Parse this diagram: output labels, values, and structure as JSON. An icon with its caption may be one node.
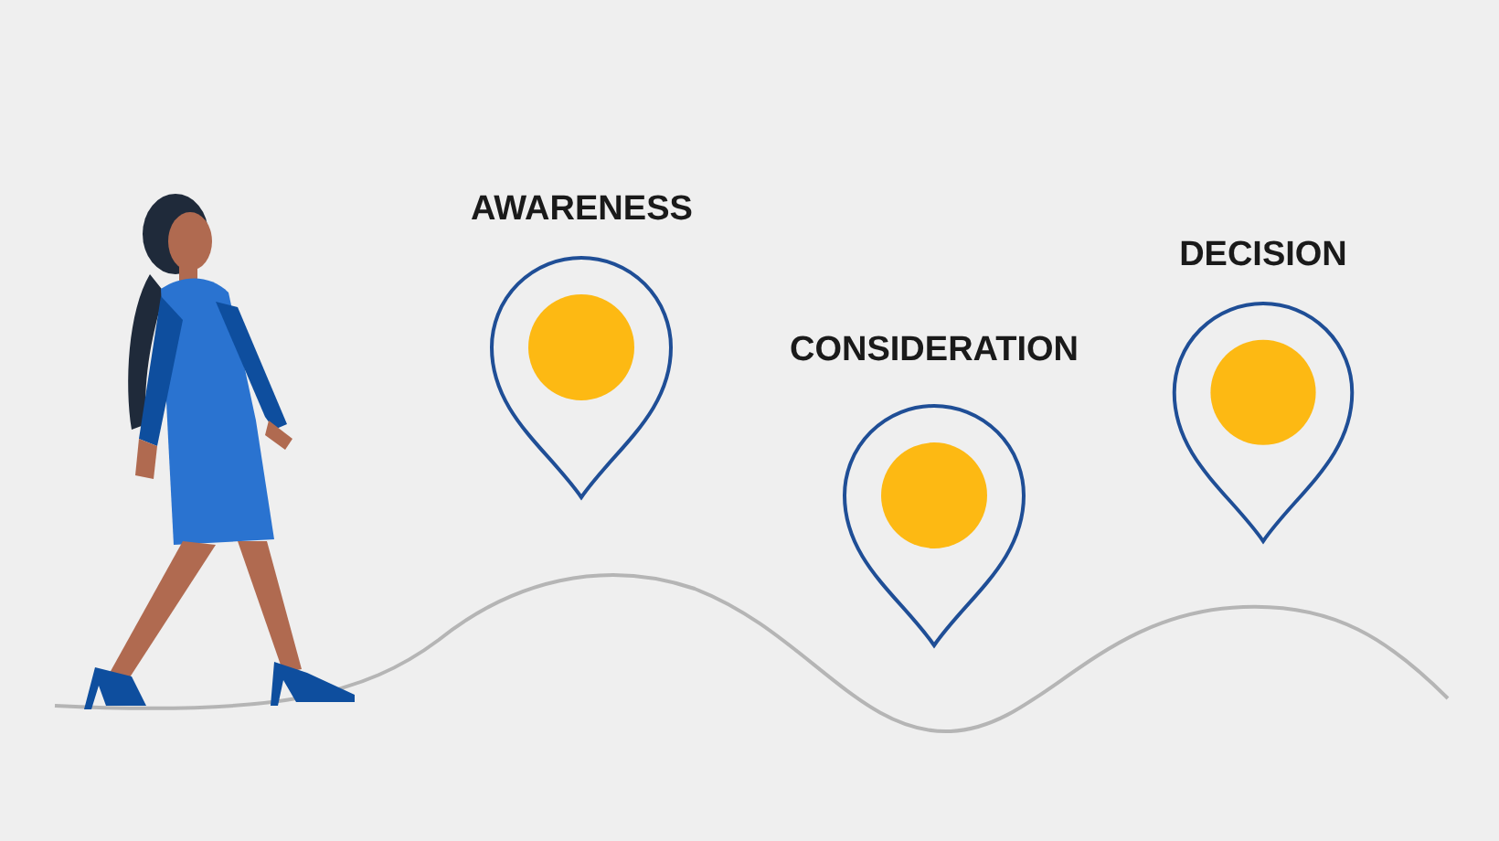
{
  "diagram": {
    "nodes": [
      {
        "text": [
          "AWARENESS"
        ]
      },
      {
        "text": [
          "CONSIDERATION"
        ]
      },
      {
        "text": [
          "DECISION"
        ]
      }
    ]
  }
}
